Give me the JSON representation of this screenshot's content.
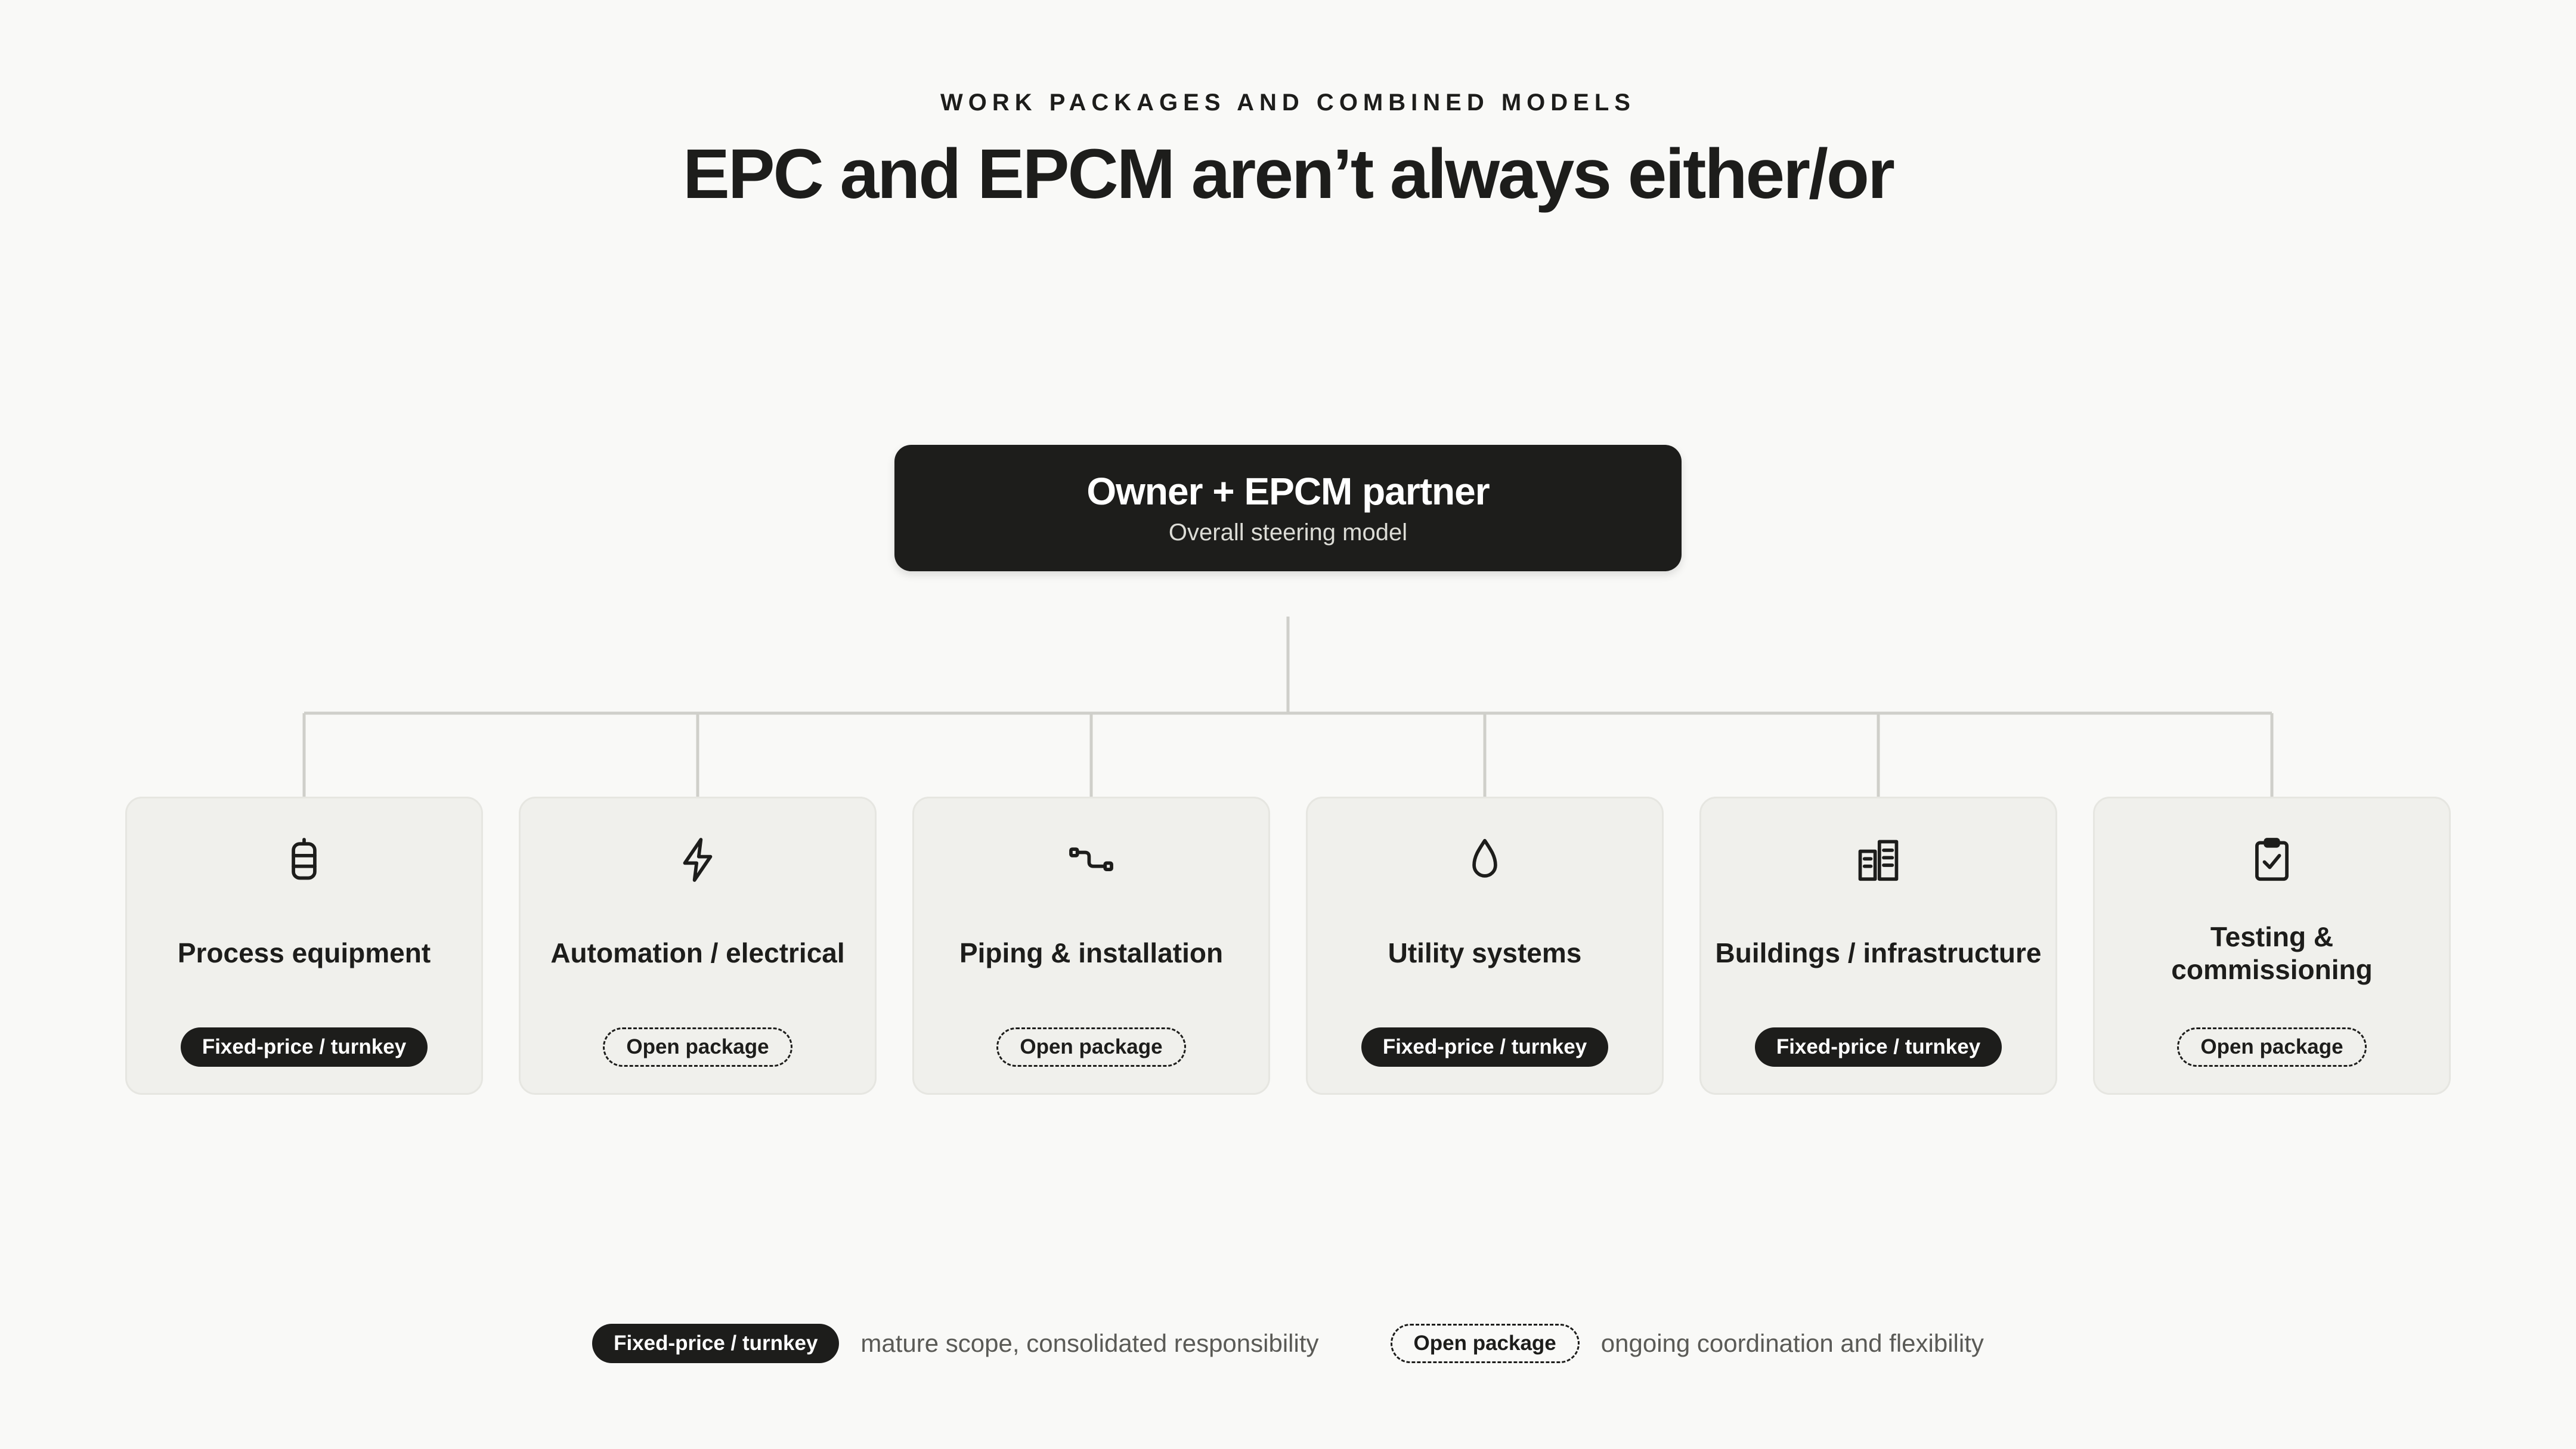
{
  "header": {
    "eyebrow": "WORK PACKAGES AND COMBINED MODELS",
    "title": "EPC and EPCM aren’t always either/or"
  },
  "root": {
    "title": "Owner + EPCM partner",
    "subtitle": "Overall steering model"
  },
  "cards": [
    {
      "icon": "tank-icon",
      "label": "Process equipment",
      "tag": "Fixed-price / turnkey",
      "tag_type": "fixed"
    },
    {
      "icon": "lightning-icon",
      "label": "Automation / electrical",
      "tag": "Open package",
      "tag_type": "open"
    },
    {
      "icon": "pipe-route-icon",
      "label": "Piping & installation",
      "tag": "Open package",
      "tag_type": "open"
    },
    {
      "icon": "droplet-icon",
      "label": "Utility systems",
      "tag": "Fixed-price / turnkey",
      "tag_type": "fixed"
    },
    {
      "icon": "buildings-icon",
      "label": "Buildings / infrastructure",
      "tag": "Fixed-price / turnkey",
      "tag_type": "fixed"
    },
    {
      "icon": "clipboard-check-icon",
      "label": "Testing & commissioning",
      "tag": "Open package",
      "tag_type": "open"
    }
  ],
  "legend": {
    "fixed_label": "Fixed-price / turnkey",
    "fixed_desc": "mature scope, consolidated responsibility",
    "open_label": "Open package",
    "open_desc": "ongoing coordination and flexibility"
  },
  "colors": {
    "background": "#f9f9f7",
    "dark": "#1d1d1b",
    "card": "#f0f0ec",
    "connector": "#cfcfca"
  }
}
